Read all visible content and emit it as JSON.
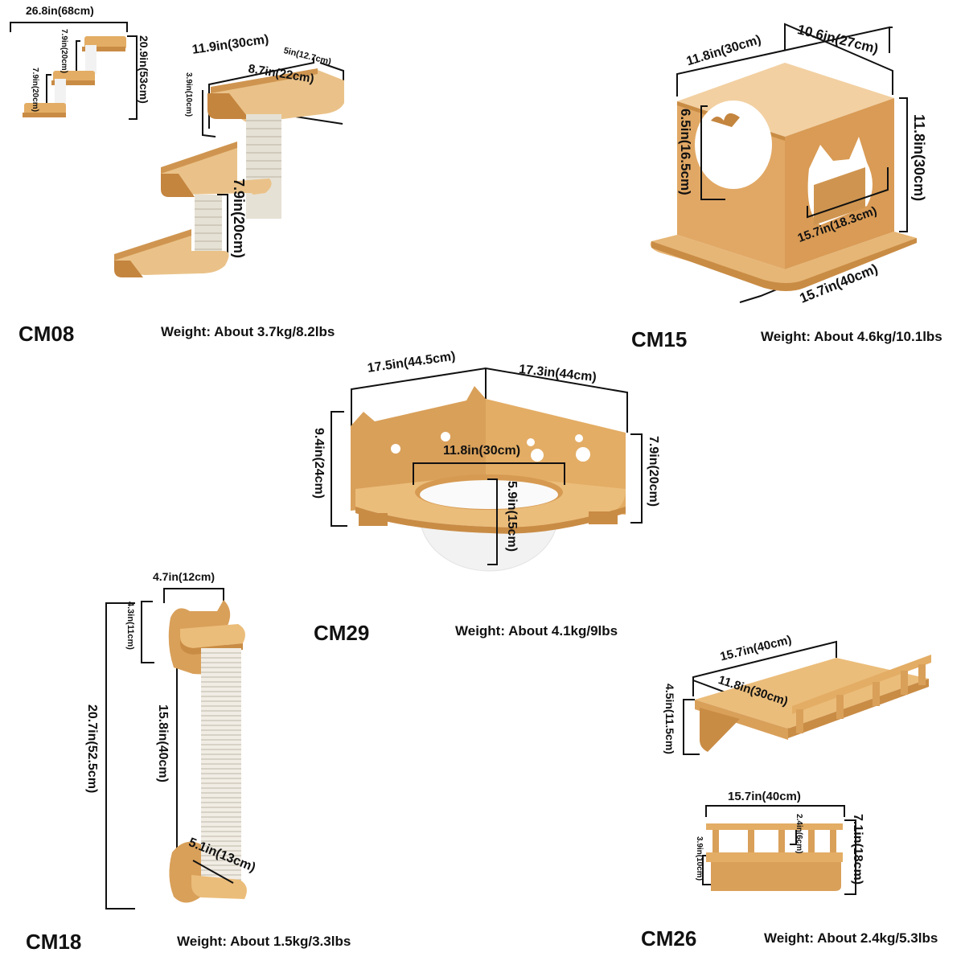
{
  "products": [
    {
      "code": "CM08",
      "weight": "Weight: About 3.7kg/8.2lbs",
      "dimensions": {
        "overall_width": "26.8in(68cm)",
        "overall_height": "20.9in(53cm)",
        "small_post_1": "7.9in(20cm)",
        "small_post_2": "7.9in(20cm)",
        "platform_width": "11.9in(30cm)",
        "platform_depth": "5in(12.7cm)",
        "platform_inner": "8.7in(22cm)",
        "platform_height": "3.9in(10cm)",
        "post_height": "7.9in(20cm)"
      }
    },
    {
      "code": "CM15",
      "weight": "Weight: About 4.6kg/10.1lbs",
      "dimensions": {
        "top_width": "11.8in(30cm)",
        "top_depth": "10.6in(27cm)",
        "height": "11.8in(30cm)",
        "hole_height": "6.5in(16.5cm)",
        "door_width": "15.7in(18.3cm)",
        "base_width": "15.7in(40cm)"
      }
    },
    {
      "code": "CM29",
      "weight": "Weight: About 4.1kg/9lbs",
      "dimensions": {
        "left_width": "17.5in(44.5cm)",
        "right_width": "17.3in(44cm)",
        "left_height": "9.4in(24cm)",
        "right_height": "7.9in(20cm)",
        "bowl_diameter": "11.8in(30cm)",
        "bowl_depth": "5.9in(15cm)"
      }
    },
    {
      "code": "CM18",
      "weight": "Weight: About 1.5kg/3.3lbs",
      "dimensions": {
        "top_width": "4.7in(12cm)",
        "top_height": "4.3in(11cm)",
        "overall_height": "20.7in(52.5cm)",
        "post_length": "15.8in(40cm)",
        "base_depth": "5.1in(13cm)"
      }
    },
    {
      "code": "CM26",
      "weight": "Weight: About 2.4kg/5.3lbs",
      "dimensions": {
        "length": "15.7in(40cm)",
        "depth": "11.8in(30cm)",
        "height": "4.5in(11.5cm)",
        "front_length": "15.7in(40cm)",
        "front_height": "7.1in(18cm)",
        "rail_height": "2.4in(6cm)",
        "bracket_height": "3.9in(10cm)"
      }
    }
  ],
  "colors": {
    "wood_light": "#e9b973",
    "wood_mid": "#d9a05a",
    "wood_dark": "#b87a35",
    "sisal": "#ece7dc",
    "line": "#111111"
  }
}
